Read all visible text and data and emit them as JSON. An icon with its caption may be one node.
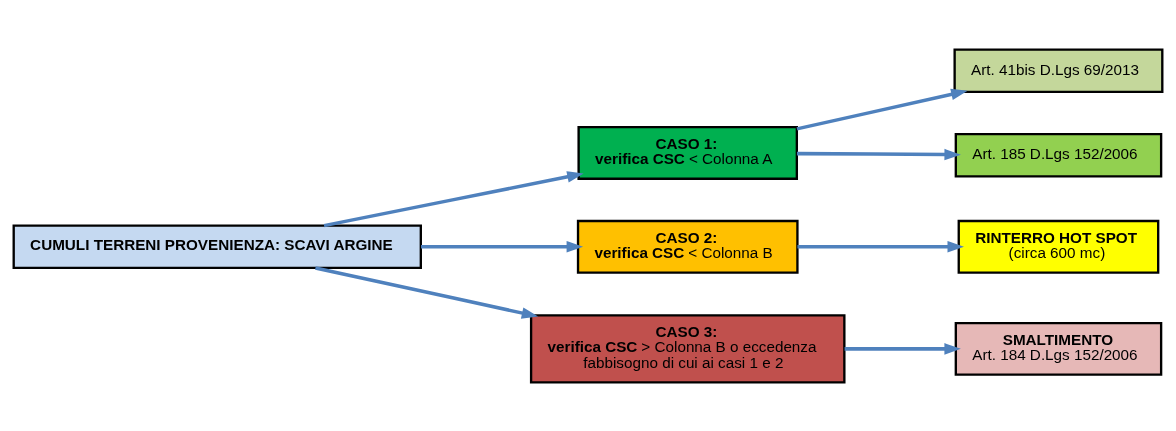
{
  "diagram": {
    "nodes": [
      {
        "text": [
          "CUMULI TERRENI PROVENIENZA: SCAVI ARGINE"
        ]
      },
      {
        "text": [
          "CASO 1:",
          "**verifica CSC** < Colonna A"
        ]
      },
      {
        "text": [
          "CASO 2:",
          "**verifica CSC** < Colonna B"
        ]
      },
      {
        "text": [
          "CASO 3:",
          "**verifica CSC** > Colonna B o eccedenza fabbisogno di cui ai casi 1 e 2"
        ]
      },
      {
        "text": [
          "Art. 41bis D.Lgs 69/2013"
        ]
      },
      {
        "text": [
          "Art. 185 D.Lgs 152/2006"
        ]
      },
      {
        "text": [
          "RINTERRO HOT SPOT",
          "(circa 600 mc)"
        ]
      },
      {
        "text": [
          "SMALTIMENTO",
          "Art. 184 D.Lgs 152/2006"
        ]
      }
    ],
    "edges": [
      {
        "from": 0,
        "to": 1,
        "arrow": "to"
      },
      {
        "from": 0,
        "to": 2,
        "arrow": "to"
      },
      {
        "from": 0,
        "to": 3,
        "arrow": "to"
      },
      {
        "from": 1,
        "to": 4,
        "arrow": "to"
      },
      {
        "from": 1,
        "to": 5,
        "arrow": "to"
      },
      {
        "from": 2,
        "to": 6,
        "arrow": "to"
      },
      {
        "from": 3,
        "to": 7,
        "arrow": "to"
      }
    ]
  }
}
